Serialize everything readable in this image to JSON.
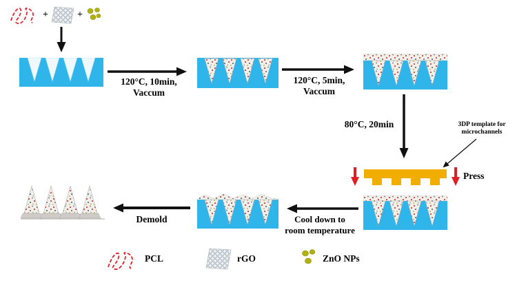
{
  "figure": {
    "description": "Microneedle patch fabrication process flow diagram"
  },
  "colors": {
    "mold_blue": "#2fb5ea",
    "template_yellow": "#f2ae00",
    "press_red": "#e01e26",
    "pcl_red": "#e01e26",
    "zno_olive": "#b2b114",
    "arrow_black": "#111111"
  },
  "materials": {
    "plus_1": "+",
    "plus_2": "+"
  },
  "steps": {
    "step1_line1": "120°C, 10min,",
    "step1_line2": "Vaccum",
    "step2_line1": "120°C, 5min,",
    "step2_line2": "Vaccum",
    "step3": "80°C, 20min",
    "template_note_line1": "3DP template for",
    "template_note_line2": "microchannels",
    "press": "Press",
    "cool_line1": "Cool down to",
    "cool_line2": "room temperature",
    "demold": "Demold"
  },
  "legend": {
    "pcl": "PCL",
    "rgo": "rGO",
    "zno": "ZnO NPs"
  }
}
